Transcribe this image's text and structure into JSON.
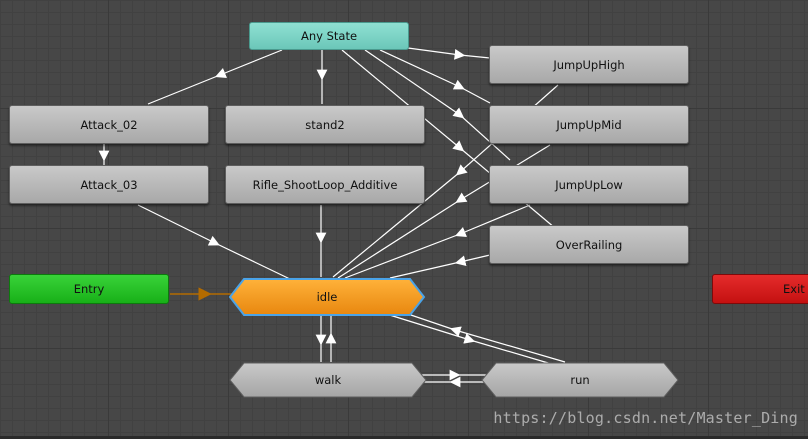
{
  "colors": {
    "any_state": "#7fd6c8",
    "entry": "#26c326",
    "exit": "#d81b1b",
    "default_state": "#f29a1f",
    "state": "#b8b8b8",
    "transition": "#ffffff",
    "entry_transition": "#b36b00"
  },
  "states": {
    "any_state": "Any State",
    "attack_02": "Attack_02",
    "attack_03": "Attack_03",
    "stand2": "stand2",
    "rifle": "Rifle_ShootLoop_Additive",
    "jump_high": "JumpUpHigh",
    "jump_mid": "JumpUpMid",
    "jump_low": "JumpUpLow",
    "over_railing": "OverRailing",
    "entry": "Entry",
    "idle": "idle",
    "exit": "Exit",
    "walk": "walk",
    "run": "run"
  },
  "watermark": "https://blog.csdn.net/Master_Ding"
}
